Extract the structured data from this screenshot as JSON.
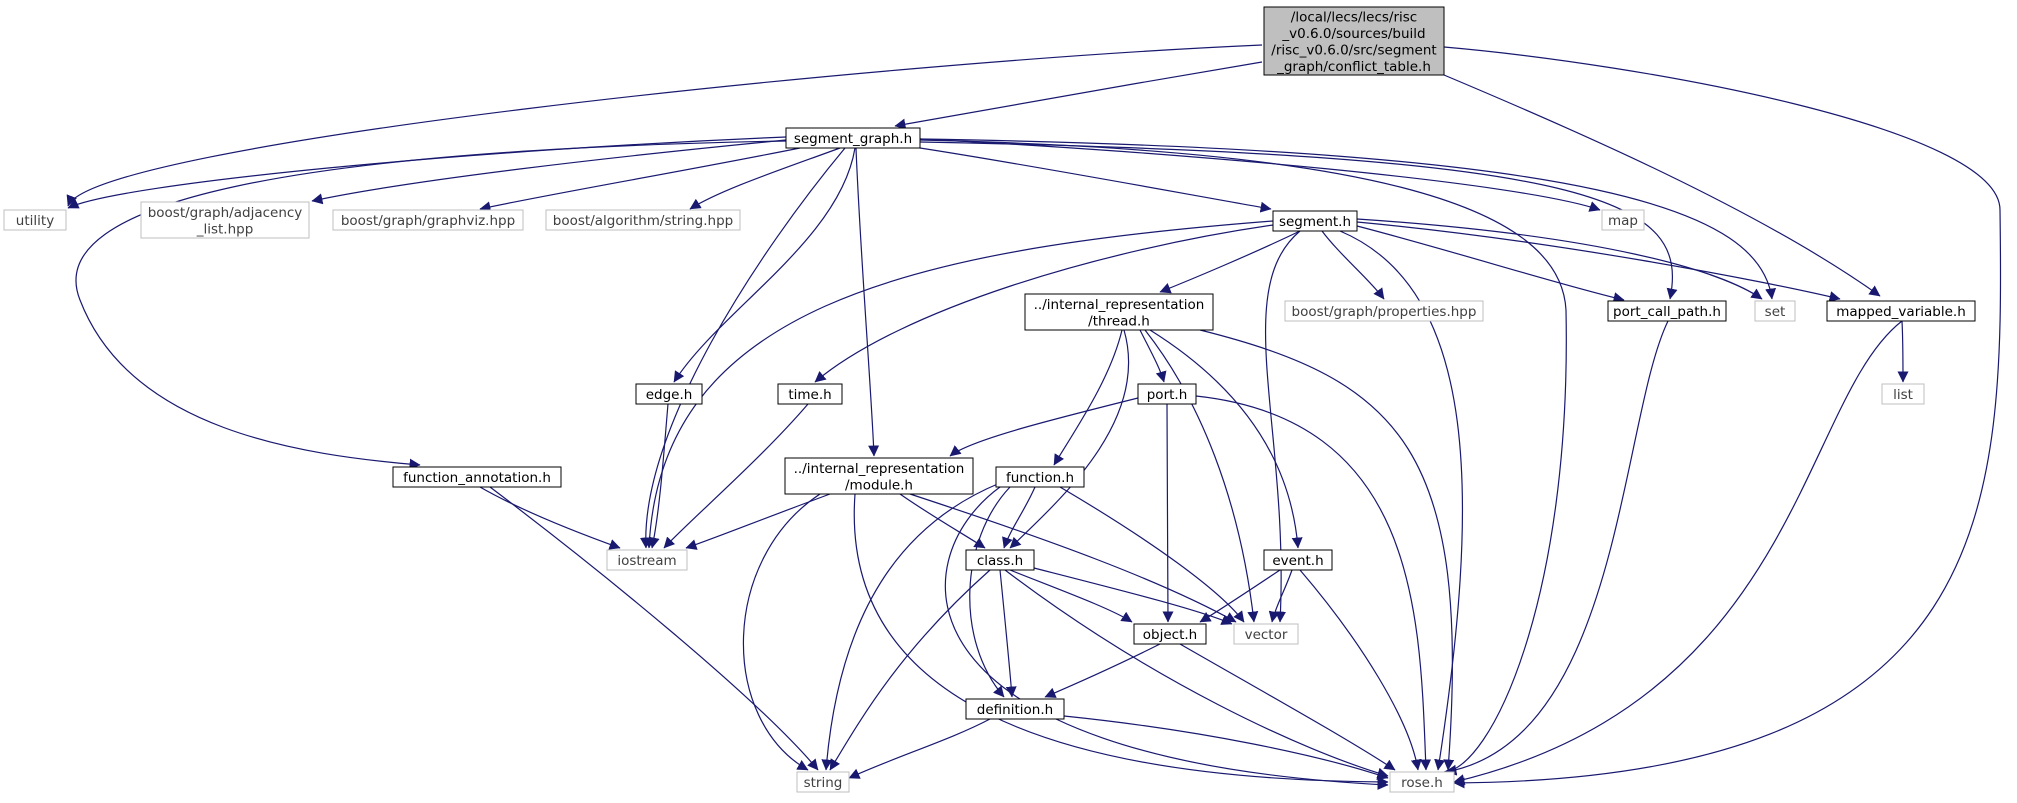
{
  "graph": {
    "colors": {
      "edge": "#191970",
      "root_fill": "#bfbfbf",
      "internal_border": "#000000",
      "external_border": "#bfbfbf",
      "background": "#ffffff"
    },
    "nodes": [
      {
        "id": "conflict_table",
        "kind": "root",
        "lines": [
          "/local/lecs/lecs/risc",
          "_v0.6.0/sources/build",
          "/risc_v0.6.0/src/segment",
          "_graph/conflict_table.h"
        ]
      },
      {
        "id": "segment_graph",
        "kind": "internal",
        "lines": [
          "segment_graph.h"
        ]
      },
      {
        "id": "utility",
        "kind": "external",
        "lines": [
          "utility"
        ]
      },
      {
        "id": "adjacency_list",
        "kind": "external",
        "lines": [
          "boost/graph/adjacency",
          "_list.hpp"
        ]
      },
      {
        "id": "graphviz",
        "kind": "external",
        "lines": [
          "boost/graph/graphviz.hpp"
        ]
      },
      {
        "id": "string_hpp",
        "kind": "external",
        "lines": [
          "boost/algorithm/string.hpp"
        ]
      },
      {
        "id": "segment",
        "kind": "internal",
        "lines": [
          "segment.h"
        ]
      },
      {
        "id": "map",
        "kind": "external",
        "lines": [
          "map"
        ]
      },
      {
        "id": "thread",
        "kind": "internal",
        "lines": [
          "../internal_representation",
          "/thread.h"
        ]
      },
      {
        "id": "properties",
        "kind": "external",
        "lines": [
          "boost/graph/properties.hpp"
        ]
      },
      {
        "id": "port_call_path",
        "kind": "internal",
        "lines": [
          "port_call_path.h"
        ]
      },
      {
        "id": "set",
        "kind": "external",
        "lines": [
          "set"
        ]
      },
      {
        "id": "mapped_variable",
        "kind": "internal",
        "lines": [
          "mapped_variable.h"
        ]
      },
      {
        "id": "edge",
        "kind": "internal",
        "lines": [
          "edge.h"
        ]
      },
      {
        "id": "time",
        "kind": "internal",
        "lines": [
          "time.h"
        ]
      },
      {
        "id": "port",
        "kind": "internal",
        "lines": [
          "port.h"
        ]
      },
      {
        "id": "list",
        "kind": "external",
        "lines": [
          "list"
        ]
      },
      {
        "id": "function_annotation",
        "kind": "internal",
        "lines": [
          "function_annotation.h"
        ]
      },
      {
        "id": "module",
        "kind": "internal",
        "lines": [
          "../internal_representation",
          "/module.h"
        ]
      },
      {
        "id": "function",
        "kind": "internal",
        "lines": [
          "function.h"
        ]
      },
      {
        "id": "iostream",
        "kind": "external",
        "lines": [
          "iostream"
        ]
      },
      {
        "id": "class",
        "kind": "internal",
        "lines": [
          "class.h"
        ]
      },
      {
        "id": "event",
        "kind": "internal",
        "lines": [
          "event.h"
        ]
      },
      {
        "id": "object",
        "kind": "internal",
        "lines": [
          "object.h"
        ]
      },
      {
        "id": "vector",
        "kind": "external",
        "lines": [
          "vector"
        ]
      },
      {
        "id": "definition",
        "kind": "internal",
        "lines": [
          "definition.h"
        ]
      },
      {
        "id": "string",
        "kind": "external",
        "lines": [
          "string"
        ]
      },
      {
        "id": "rose",
        "kind": "external",
        "lines": [
          "rose.h"
        ]
      }
    ],
    "edges": [
      [
        "conflict_table",
        "segment_graph"
      ],
      [
        "conflict_table",
        "utility"
      ],
      [
        "conflict_table",
        "mapped_variable"
      ],
      [
        "conflict_table",
        "rose"
      ],
      [
        "segment_graph",
        "utility"
      ],
      [
        "segment_graph",
        "adjacency_list"
      ],
      [
        "segment_graph",
        "graphviz"
      ],
      [
        "segment_graph",
        "string_hpp"
      ],
      [
        "segment_graph",
        "segment"
      ],
      [
        "segment_graph",
        "map"
      ],
      [
        "segment_graph",
        "port_call_path"
      ],
      [
        "segment_graph",
        "set"
      ],
      [
        "segment_graph",
        "edge"
      ],
      [
        "segment_graph",
        "module"
      ],
      [
        "segment_graph",
        "function_annotation"
      ],
      [
        "segment_graph",
        "iostream"
      ],
      [
        "segment_graph",
        "rose"
      ],
      [
        "segment",
        "time"
      ],
      [
        "segment",
        "thread"
      ],
      [
        "segment",
        "properties"
      ],
      [
        "segment",
        "port_call_path"
      ],
      [
        "segment",
        "set"
      ],
      [
        "segment",
        "mapped_variable"
      ],
      [
        "segment",
        "iostream"
      ],
      [
        "segment",
        "vector"
      ],
      [
        "segment",
        "rose"
      ],
      [
        "thread",
        "port"
      ],
      [
        "thread",
        "function"
      ],
      [
        "thread",
        "class"
      ],
      [
        "thread",
        "event"
      ],
      [
        "thread",
        "vector"
      ],
      [
        "thread",
        "rose"
      ],
      [
        "port_call_path",
        "rose"
      ],
      [
        "mapped_variable",
        "list"
      ],
      [
        "mapped_variable",
        "rose"
      ],
      [
        "edge",
        "iostream"
      ],
      [
        "time",
        "iostream"
      ],
      [
        "port",
        "module"
      ],
      [
        "port",
        "object"
      ],
      [
        "port",
        "rose"
      ],
      [
        "function_annotation",
        "iostream"
      ],
      [
        "function_annotation",
        "string"
      ],
      [
        "module",
        "iostream"
      ],
      [
        "module",
        "class"
      ],
      [
        "module",
        "vector"
      ],
      [
        "module",
        "string"
      ],
      [
        "module",
        "rose"
      ],
      [
        "function",
        "class"
      ],
      [
        "function",
        "definition"
      ],
      [
        "function",
        "vector"
      ],
      [
        "function",
        "string"
      ],
      [
        "function",
        "rose"
      ],
      [
        "class",
        "object"
      ],
      [
        "class",
        "vector"
      ],
      [
        "class",
        "definition"
      ],
      [
        "class",
        "string"
      ],
      [
        "class",
        "rose"
      ],
      [
        "event",
        "object"
      ],
      [
        "event",
        "vector"
      ],
      [
        "event",
        "rose"
      ],
      [
        "object",
        "definition"
      ],
      [
        "object",
        "rose"
      ],
      [
        "definition",
        "string"
      ],
      [
        "definition",
        "rose"
      ]
    ]
  }
}
